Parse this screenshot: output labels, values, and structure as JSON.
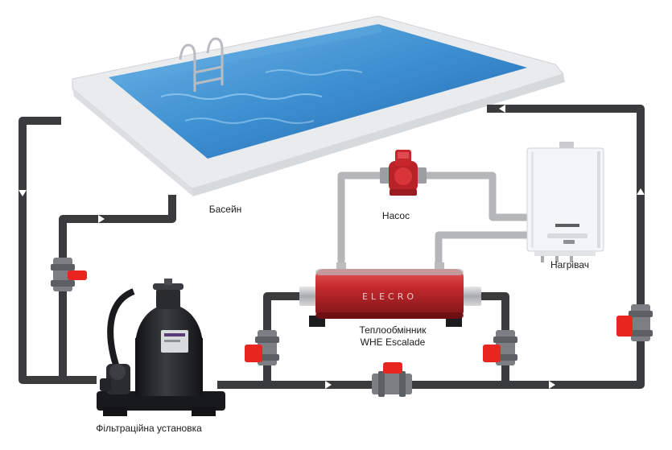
{
  "labels": {
    "pool": "Басейн",
    "pump": "Насос",
    "heater": "Нагрівач",
    "heat_exchanger_line1": "Теплообмінник",
    "heat_exchanger_line2": "WHE Escalade",
    "filter": "Фільтраційна установка"
  },
  "heat_exchanger_brand": "ELECRO",
  "colors": {
    "pipe_dark": "#3a3b3d",
    "pipe_grey": "#b5b6b8",
    "valve_handle": "#e8261f",
    "heat_exchanger_body": "#c42a2c",
    "pump_body": "#c0242a",
    "pool_water": "#3f8fcf",
    "pool_rim": "#eceef0",
    "filter_tank": "#232428",
    "heater_body": "#f3f4f5"
  },
  "icons": [
    "pool-ladder-icon",
    "ball-valve-icon",
    "circulation-pump-icon",
    "sand-filter-icon",
    "gas-boiler-icon"
  ]
}
